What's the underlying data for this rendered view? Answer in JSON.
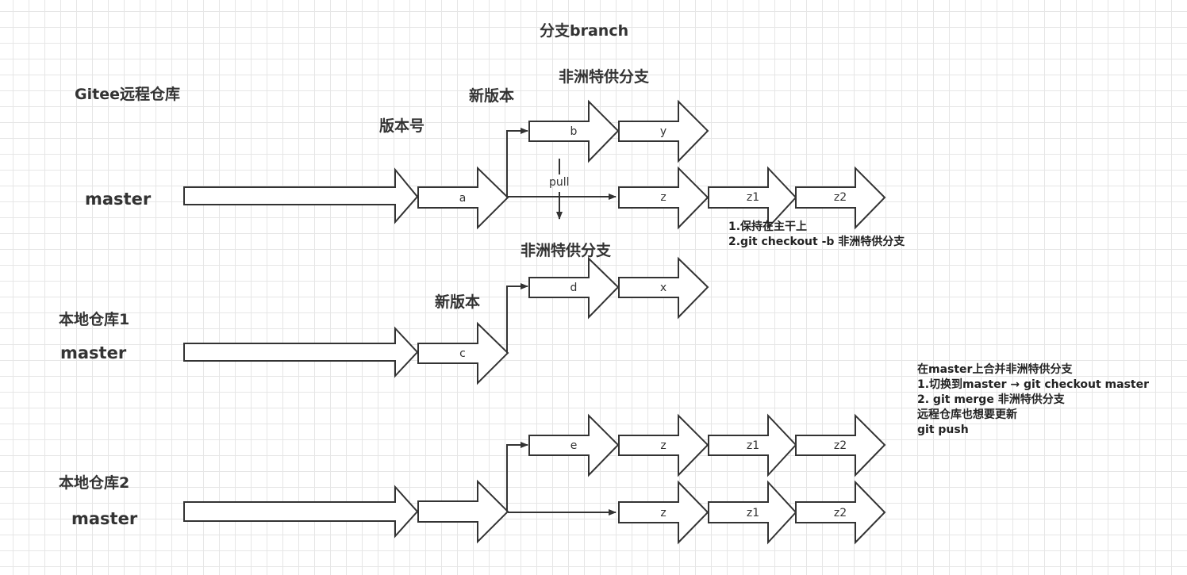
{
  "title": "分支branch",
  "repos": {
    "remote": "Gitee远程仓库",
    "local1": "本地仓库1",
    "local2": "本地仓库2",
    "branch": "master"
  },
  "labels": {
    "version_no": "版本号",
    "new_version": "新版本",
    "africa_branch": "非洲特供分支",
    "pull": "pull"
  },
  "nodes": {
    "a": "a",
    "b": "b",
    "y": "y",
    "z": "z",
    "z1": "z1",
    "z2": "z2",
    "c": "c",
    "d": "d",
    "x": "x",
    "e": "e"
  },
  "note1": {
    "line1": "1.保持在主干上",
    "line2": "2.git checkout -b 非洲特供分支"
  },
  "note2": {
    "line1": "在master上合并非洲特供分支",
    "line2": "1.切换到master → git checkout master",
    "line3": "2. git merge 非洲特供分支",
    "line4": "远程仓库也想要更新",
    "line5": "git push"
  }
}
